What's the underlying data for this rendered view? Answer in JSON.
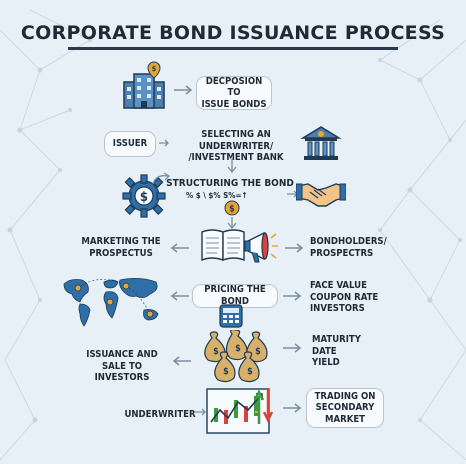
{
  "title": "CORPORATE BOND ISSUANCE PROCESS",
  "steps": {
    "decision": "DECPOSION TO\nISSUE BONDS",
    "issuer": "ISSUER",
    "underwriter_select": "SELECTING AN UNDERWRITER/\n/INVESTMENT BANK",
    "structuring": "STRUCTURING THE BOND",
    "structuring_symbols": "% $ \\  $%   S%=↑",
    "marketing": "MARKETING THE\nPROSPECTUS",
    "bondholders": "BONDHOLDERS/\nPROSPECTRS",
    "pricing": "PRICING THE BOND",
    "terms_1": "FACE VALUE\nCOUPON RATE\nINVESTORS",
    "issuance": "ISSUANCE AND\nSALE TO\nINVESTORS",
    "terms_2": "MATURITY\nDATE\nYIELD",
    "underwriter": "UNDERWRITER",
    "trading": "TRADING ON\nSECONDARY\nMARKET"
  },
  "icons": [
    "office-building-icon",
    "bank-icon",
    "gear-dollar-icon",
    "handshake-icon",
    "prospectus-book-icon",
    "megaphone-icon",
    "world-map-icon",
    "calculator-icon",
    "money-bags-icon",
    "trading-chart-icon"
  ],
  "colors": {
    "background": "#e6f0f6",
    "ink": "#1f2a36",
    "accent_blue": "#2f6fa8",
    "gold": "#e7a530",
    "green": "#3c9a3e",
    "red": "#d6453b"
  }
}
